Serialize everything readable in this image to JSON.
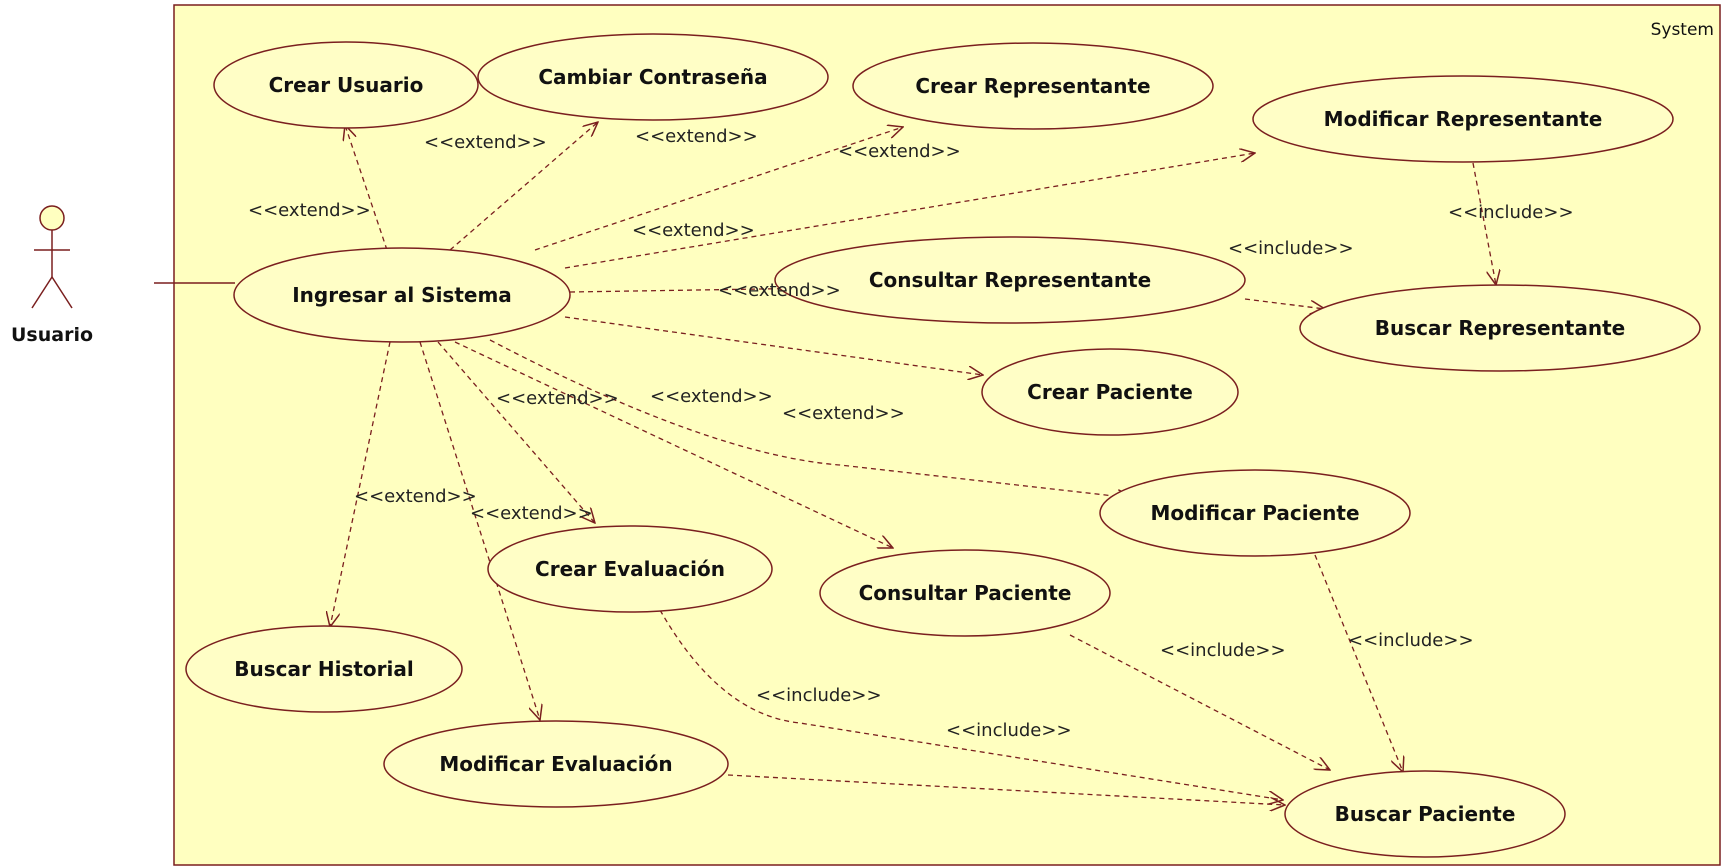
{
  "system": {
    "label": "System"
  },
  "actor": {
    "name": "Usuario"
  },
  "use_cases": {
    "ingresar": "Ingresar al Sistema",
    "crear_usuario": "Crear Usuario",
    "cambiar_contrasena": "Cambiar Contraseña",
    "crear_representante": "Crear Representante",
    "modificar_representante": "Modificar Representante",
    "consultar_representante": "Consultar Representante",
    "buscar_representante": "Buscar Representante",
    "crear_paciente": "Crear Paciente",
    "modificar_paciente": "Modificar Paciente",
    "consultar_paciente": "Consultar Paciente",
    "crear_evaluacion": "Crear Evaluación",
    "buscar_historial": "Buscar Historial",
    "modificar_evaluacion": "Modificar Evaluación",
    "buscar_paciente": "Buscar Paciente"
  },
  "relations": {
    "extend": "<<extend>>",
    "include": "<<include>>"
  },
  "colors": {
    "system_fill": "#ffffc0",
    "usecase_fill": "#fffec6",
    "line": "#7a1f1f"
  }
}
